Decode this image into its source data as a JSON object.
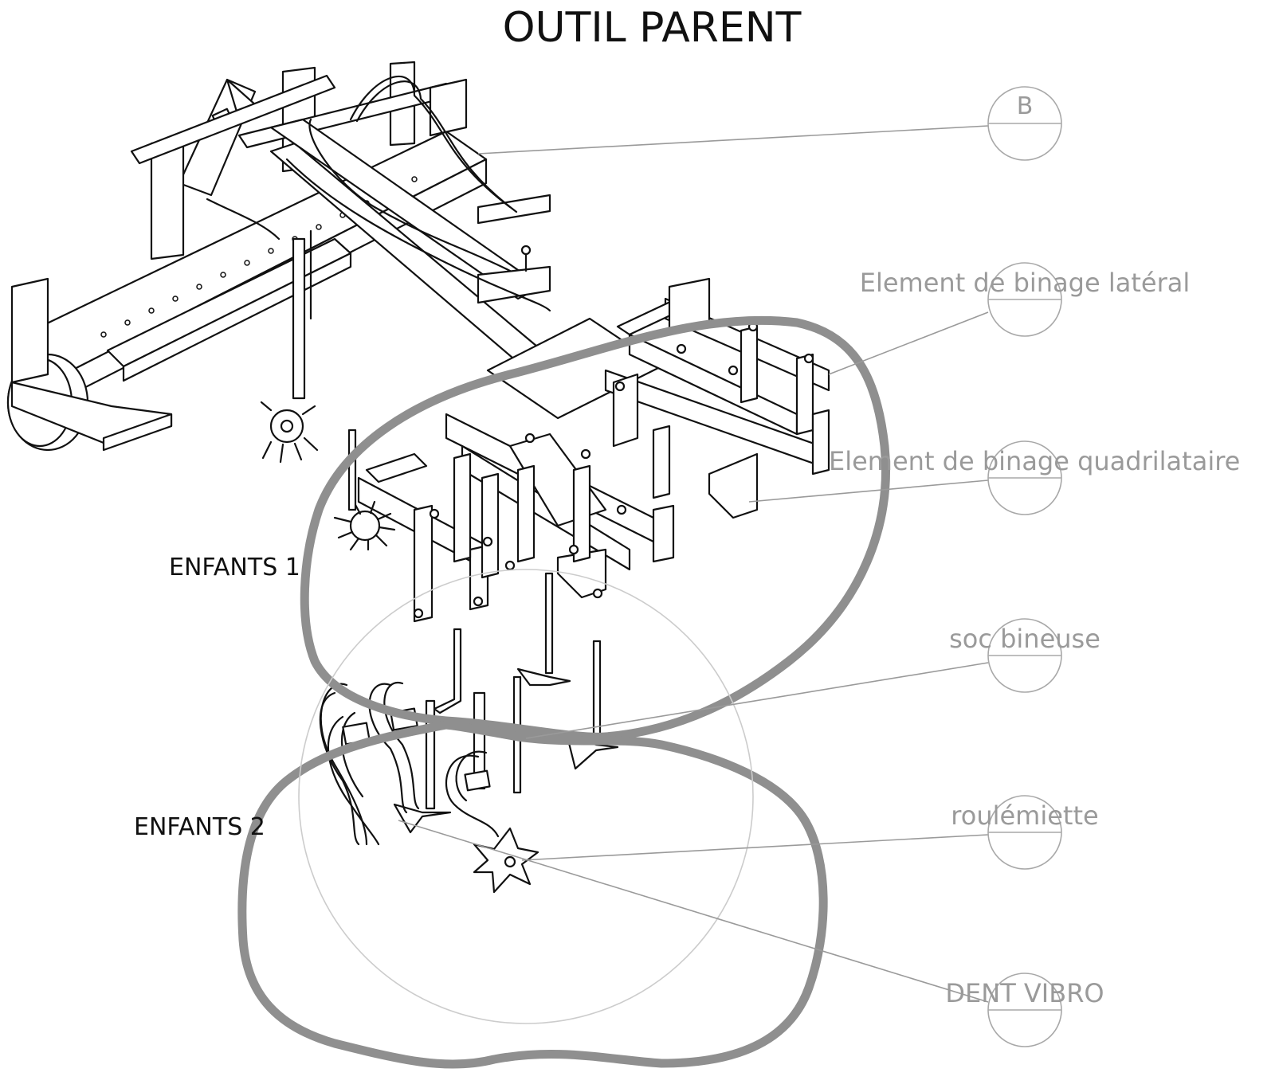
{
  "title": "OUTIL PARENT",
  "group_labels": {
    "enfants_1": "ENFANTS 1",
    "enfants_2": "ENFANTS 2"
  },
  "balloons": {
    "b": {
      "letter": "B"
    },
    "element_lateral": {
      "text": "Element de binage latéral"
    },
    "element_quadrilataire": {
      "text": "Element de binage quadrilataire"
    },
    "soc_bineuse": {
      "text": "soc bineuse"
    },
    "roulemiette": {
      "text": "roulémiette"
    },
    "dent_vibro": {
      "text": "DENT VIBRO"
    }
  },
  "colors": {
    "line": "#111111",
    "callout": "#9a9a9a",
    "hand_outline": "#8f8f8f",
    "background": "#ffffff"
  }
}
